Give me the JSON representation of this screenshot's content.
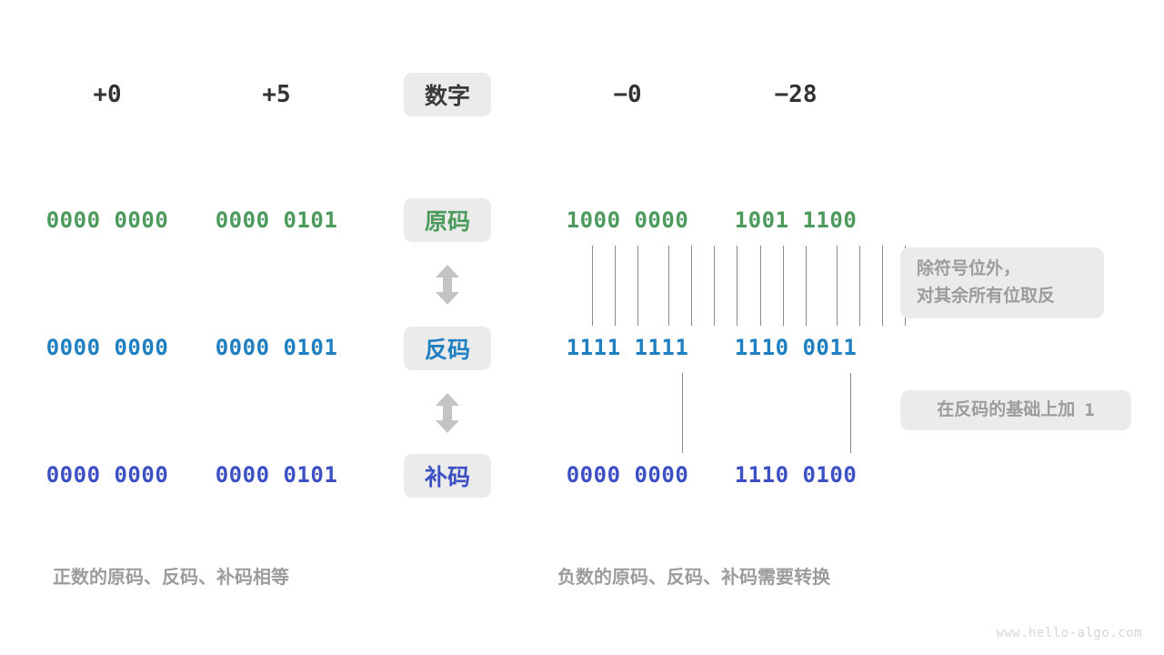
{
  "columns": {
    "left": [
      {
        "name": "col-plus-zero",
        "header": "+0"
      },
      {
        "name": "col-plus-five",
        "header": "+5"
      }
    ],
    "right": [
      {
        "name": "col-minus-zero",
        "header": "−0"
      },
      {
        "name": "col-minus-28",
        "header": "−28"
      }
    ]
  },
  "row_labels": {
    "header": "数字",
    "true_form": "原码",
    "ones_complement": "反码",
    "twos_complement": "补码"
  },
  "values": {
    "true_form": {
      "plus_zero": "0000 0000",
      "plus_five": "0000 0101",
      "minus_zero": "1000 0000",
      "minus_28": "1001 1100"
    },
    "ones_complement": {
      "plus_zero": "0000 0000",
      "plus_five": "0000 0101",
      "minus_zero": "1111 1111",
      "minus_28": "1110 0011"
    },
    "twos_complement": {
      "plus_zero": "0000 0000",
      "plus_five": "0000 0101",
      "minus_zero": "0000 0000",
      "minus_28": "1110 0100"
    }
  },
  "notes": {
    "invert": {
      "line1": "除符号位外，",
      "line2": "对其余所有位取反"
    },
    "add_one": {
      "text": "在反码的基础上加",
      "value": "1"
    }
  },
  "captions": {
    "left": "正数的原码、反码、补码相等",
    "right": "负数的原码、反码、补码需要转换"
  },
  "watermark": "www.hello-algo.com",
  "colors": {
    "true_form": "#4c9b5d",
    "ones_complement": "#1f7fc0",
    "twos_complement": "#3d50c3",
    "pill_bg": "#ebebeb",
    "note_text": "#9c9c9c",
    "line": "#8a8a8a"
  },
  "arrows": {
    "true_to_ones": "double-vertical-arrow",
    "ones_to_twos": "double-vertical-arrow"
  }
}
